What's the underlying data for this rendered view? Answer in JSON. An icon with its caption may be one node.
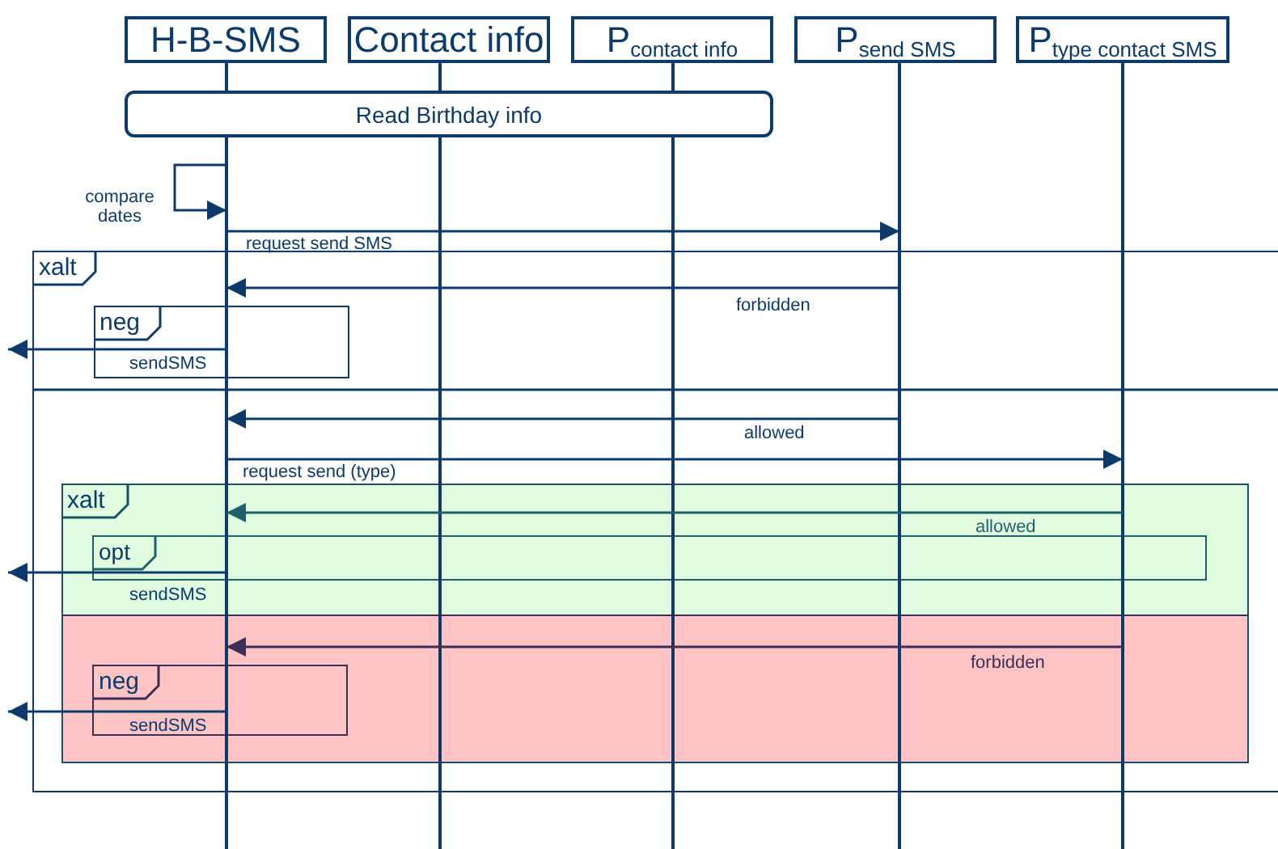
{
  "diagram": {
    "nodes": [
      {
        "text": [
          "H-B-SMS"
        ]
      },
      {
        "text": [
          "Contact info"
        ]
      },
      {
        "text": [
          "P$_{contact info}$"
        ]
      },
      {
        "text": [
          "P$_{send SMS}$"
        ]
      },
      {
        "text": [
          "P$_{type contact SMS}$"
        ]
      },
      {
        "text": [
          "Read Birthday info"
        ]
      },
      {
        "text": [
          "xalt"
        ]
      },
      {
        "text": [
          "neg"
        ],
        "in": 6
      },
      {
        "text": [
          "xalt"
        ],
        "in": 6
      },
      {
        "text": [
          "opt"
        ],
        "in": 8
      },
      {
        "text": [
          "neg"
        ],
        "in": 8
      }
    ],
    "edges": [
      {
        "from": 0,
        "to": 0,
        "arrow": "to",
        "label": "compare dates"
      },
      {
        "from": 0,
        "to": 3,
        "arrow": "to",
        "label": "request send SMS"
      },
      {
        "from": 3,
        "to": 0,
        "arrow": "to",
        "label": "forbidden"
      },
      {
        "from": 0,
        "to": 7,
        "arrow": "to",
        "label": "sendSMS"
      },
      {
        "from": 3,
        "to": 0,
        "arrow": "to",
        "label": "allowed"
      },
      {
        "from": 0,
        "to": 4,
        "arrow": "to",
        "label": "request send (type)"
      },
      {
        "from": 4,
        "to": 0,
        "arrow": "to",
        "label": "allowed",
        "color": "#1f5f6a"
      },
      {
        "from": 0,
        "to": 9,
        "arrow": "to",
        "label": "sendSMS"
      },
      {
        "from": 4,
        "to": 0,
        "arrow": "to",
        "label": "forbidden",
        "color": "#3b2f57"
      },
      {
        "from": 0,
        "to": 10,
        "arrow": "to",
        "label": "sendSMS"
      }
    ]
  }
}
